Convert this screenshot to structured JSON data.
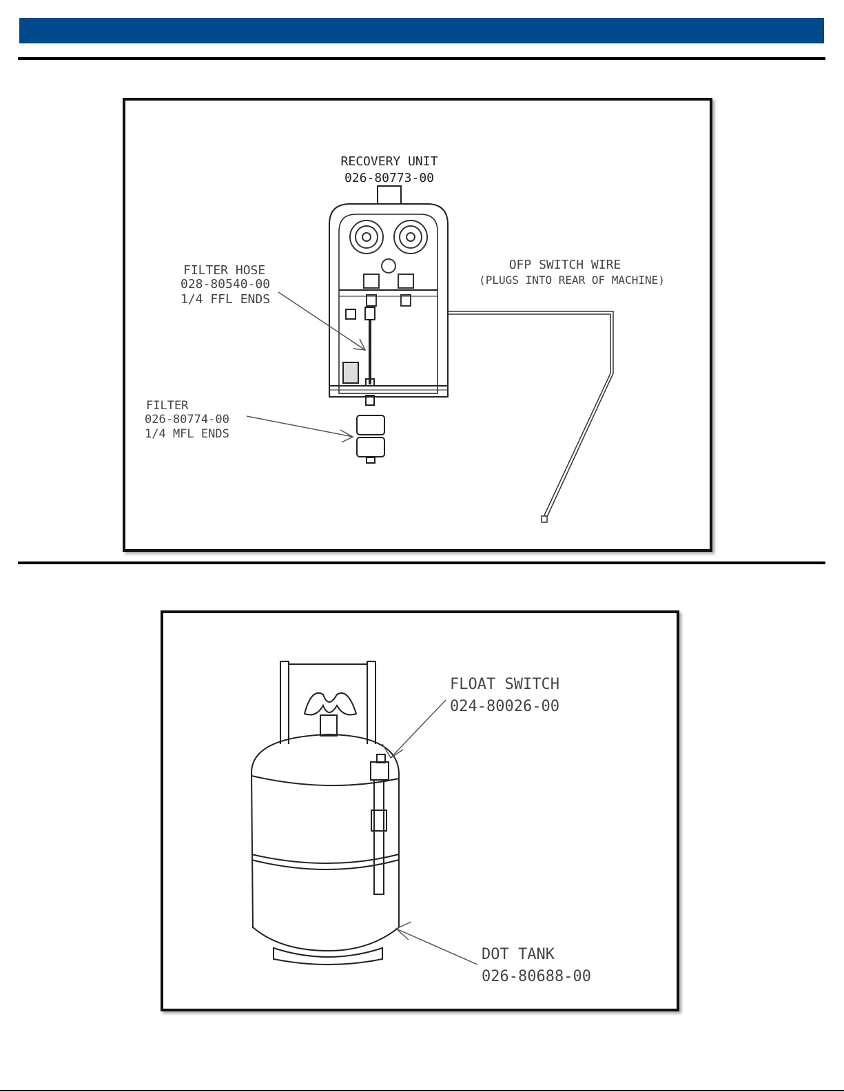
{
  "header": {
    "bar_color": "#004a8b"
  },
  "figure1": {
    "recovery_unit": {
      "name": "RECOVERY UNIT",
      "part": "026-80773-00"
    },
    "filter_hose": {
      "name": "FILTER HOSE",
      "part": "028-80540-00",
      "spec": "1/4 FFL ENDS"
    },
    "filter": {
      "name": "FILTER",
      "part": "026-80774-00",
      "spec": "1/4 MFL ENDS"
    },
    "switch_wire": {
      "name": "OFP SWITCH WIRE",
      "note": "(PLUGS INTO REAR OF MACHINE)"
    }
  },
  "figure2": {
    "float_switch": {
      "name": "FLOAT SWITCH",
      "part": "024-80026-00"
    },
    "dot_tank": {
      "name": "DOT TANK",
      "part": "026-80688-00"
    }
  }
}
